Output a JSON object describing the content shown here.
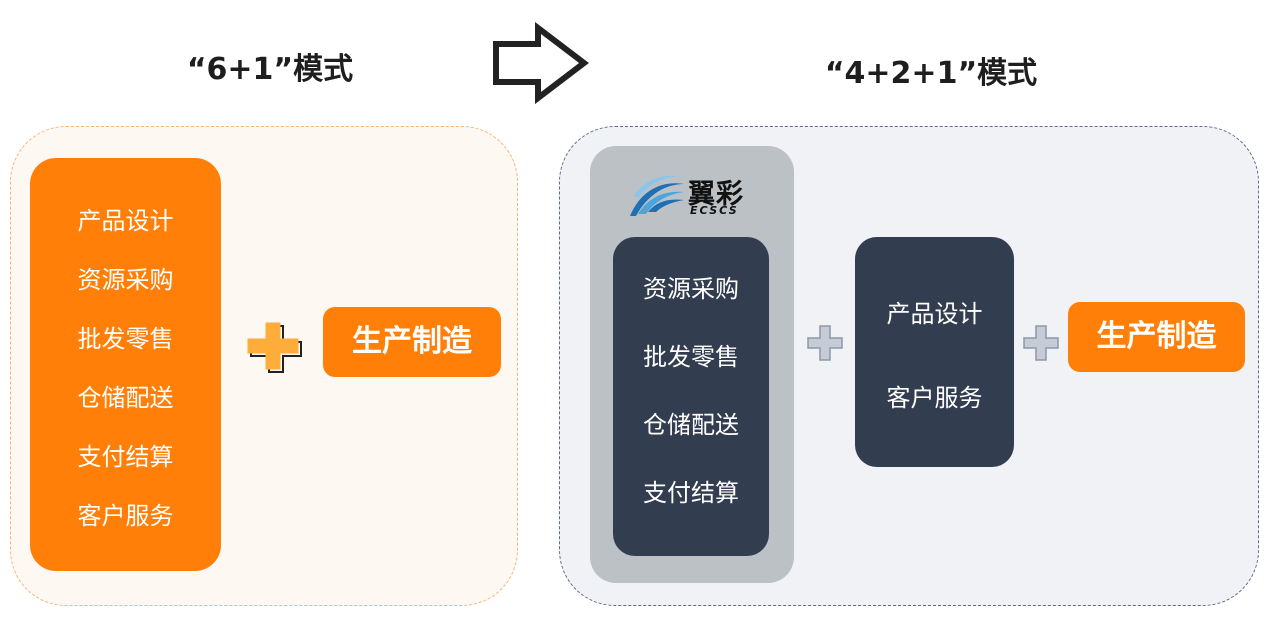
{
  "left": {
    "title": "“6+1”模式",
    "items": [
      "产品设计",
      "资源采购",
      "批发零售",
      "仓储配送",
      "支付结算",
      "客户服务"
    ],
    "manufacturing": "生产制造"
  },
  "right": {
    "title": "“4+2+1”模式",
    "logo": {
      "cn": "翼彩",
      "en": "ECSCS"
    },
    "platform_items": [
      "资源采购",
      "批发零售",
      "仓储配送",
      "支付结算"
    ],
    "middle_items": [
      "产品设计",
      "客户服务"
    ],
    "manufacturing": "生产制造"
  },
  "colors": {
    "orange": "#ff7f08",
    "dark": "#333d50",
    "grey": "#bcc1c6",
    "left_bg": "#fef8f2",
    "right_bg": "#f0f2f6"
  },
  "icons": [
    "arrow-right-icon",
    "plus-icon",
    "logo-waves-icon"
  ]
}
